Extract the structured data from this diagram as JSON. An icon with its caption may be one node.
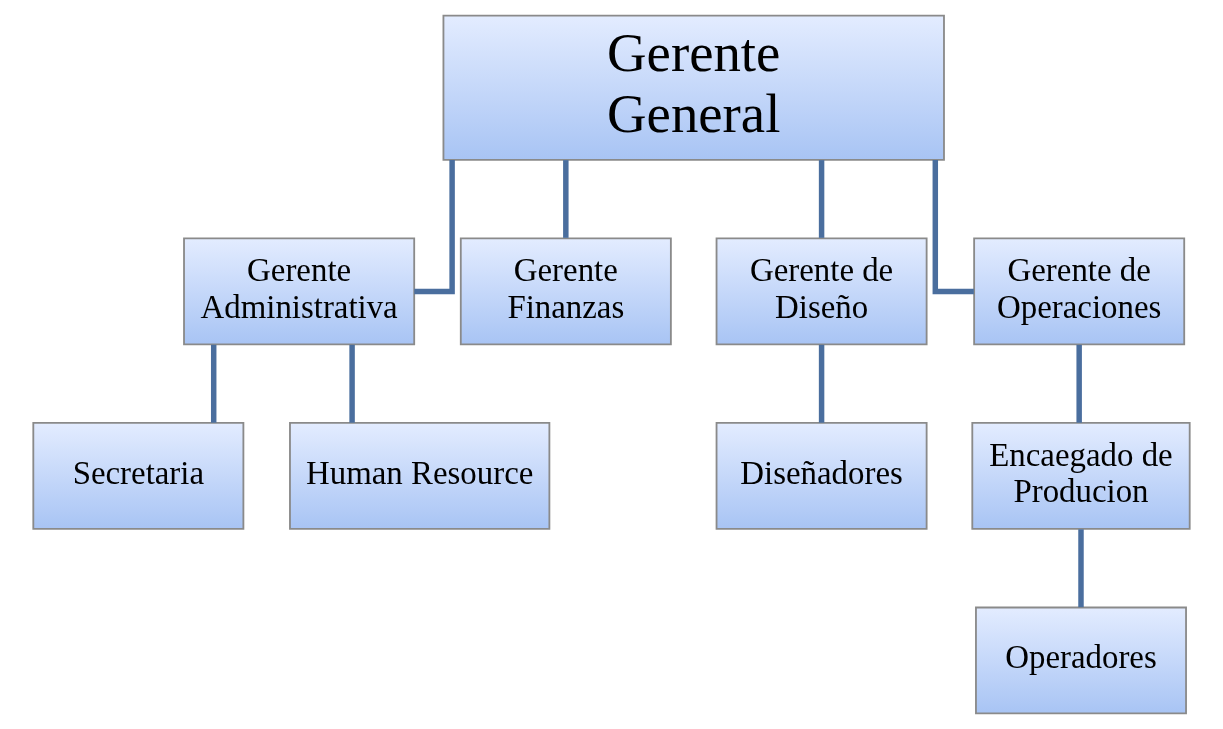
{
  "diagram": {
    "nodes": [
      {
        "text": [
          "Gerente General"
        ]
      },
      {
        "text": [
          "Gerente Administrativa"
        ]
      },
      {
        "text": [
          "Gerente Finanzas"
        ]
      },
      {
        "text": [
          "Gerente de Diseño"
        ]
      },
      {
        "text": [
          "Gerente de Operaciones"
        ]
      },
      {
        "text": [
          "Secretaria"
        ]
      },
      {
        "text": [
          "Human Resource"
        ]
      },
      {
        "text": [
          "Diseñadores"
        ]
      },
      {
        "text": [
          "Encaegado de Producion"
        ]
      },
      {
        "text": [
          "Operadores"
        ]
      }
    ],
    "edges": [
      {
        "from": 0,
        "to": 1,
        "arrow": "none"
      },
      {
        "from": 0,
        "to": 2,
        "arrow": "none"
      },
      {
        "from": 0,
        "to": 3,
        "arrow": "none"
      },
      {
        "from": 0,
        "to": 4,
        "arrow": "none"
      },
      {
        "from": 1,
        "to": 5,
        "arrow": "none"
      },
      {
        "from": 1,
        "to": 6,
        "arrow": "none"
      },
      {
        "from": 3,
        "to": 7,
        "arrow": "none"
      },
      {
        "from": 4,
        "to": 8,
        "arrow": "none"
      },
      {
        "from": 8,
        "to": 9,
        "arrow": "none"
      }
    ]
  }
}
